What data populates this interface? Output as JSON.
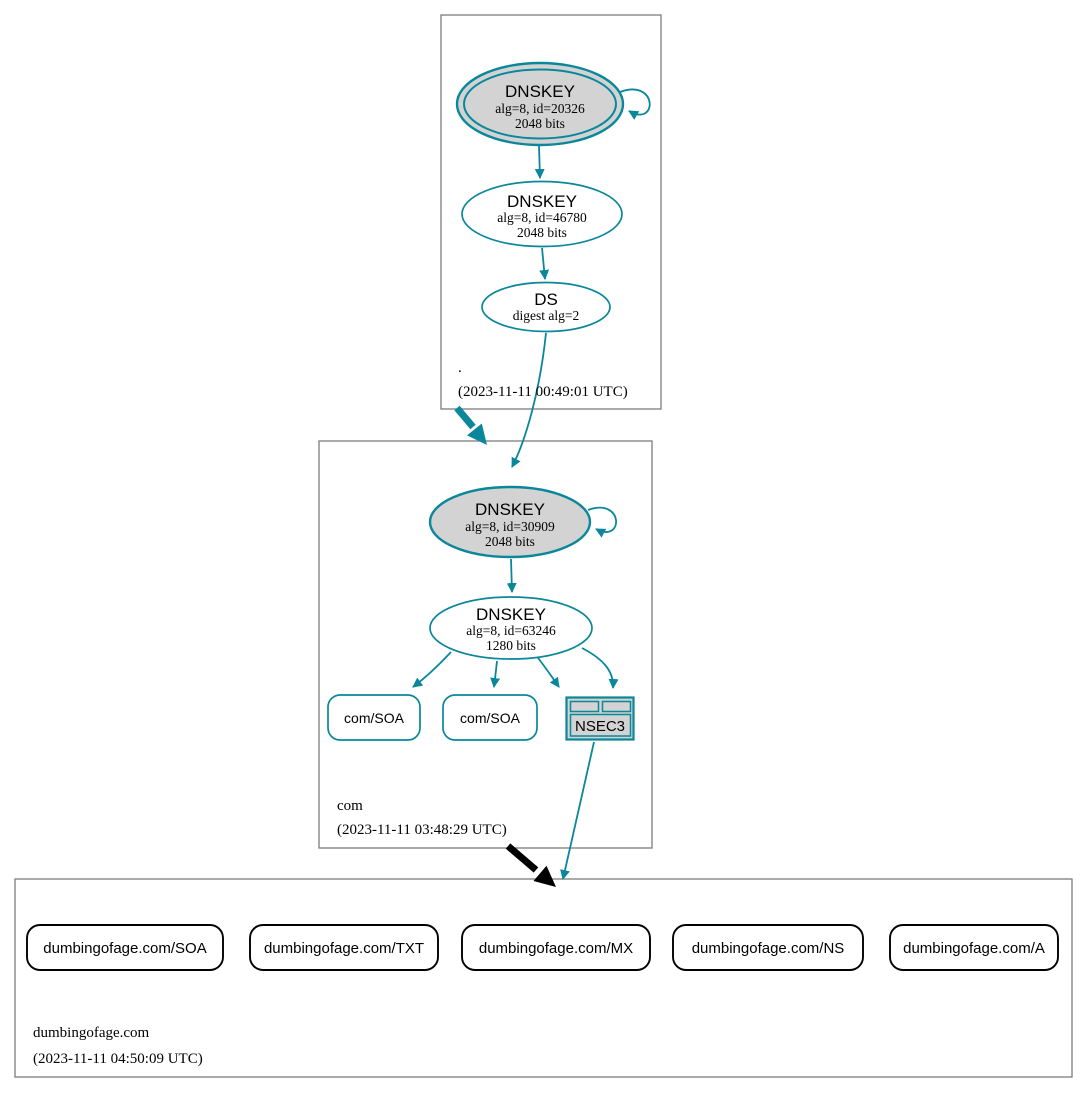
{
  "colors": {
    "secure_teal": "#0a879a",
    "delegation_black": "#000000",
    "node_fill_gray": "#d3d3d3",
    "zone_border_gray": "#7d7d7d",
    "background": "#ffffff"
  },
  "zones": {
    "root": {
      "label": ".",
      "timestamp": "(2023-11-11 00:49:01 UTC)",
      "ksk": {
        "title": "DNSKEY",
        "detail": "alg=8, id=20326",
        "bits": "2048 bits"
      },
      "zsk": {
        "title": "DNSKEY",
        "detail": "alg=8, id=46780",
        "bits": "2048 bits"
      },
      "ds": {
        "title": "DS",
        "detail": "digest alg=2"
      }
    },
    "com": {
      "label": "com",
      "timestamp": "(2023-11-11 03:48:29 UTC)",
      "ksk": {
        "title": "DNSKEY",
        "detail": "alg=8, id=30909",
        "bits": "2048 bits"
      },
      "zsk": {
        "title": "DNSKEY",
        "detail": "alg=8, id=63246",
        "bits": "1280 bits"
      },
      "soa_left": {
        "label": "com/SOA"
      },
      "soa_right": {
        "label": "com/SOA"
      },
      "nsec3": {
        "label": "NSEC3"
      }
    },
    "dumbingofage": {
      "label": "dumbingofage.com",
      "timestamp": "(2023-11-11 04:50:09 UTC)",
      "rrsets": [
        {
          "label": "dumbingofage.com/SOA"
        },
        {
          "label": "dumbingofage.com/TXT"
        },
        {
          "label": "dumbingofage.com/MX"
        },
        {
          "label": "dumbingofage.com/NS"
        },
        {
          "label": "dumbingofage.com/A"
        }
      ]
    }
  }
}
